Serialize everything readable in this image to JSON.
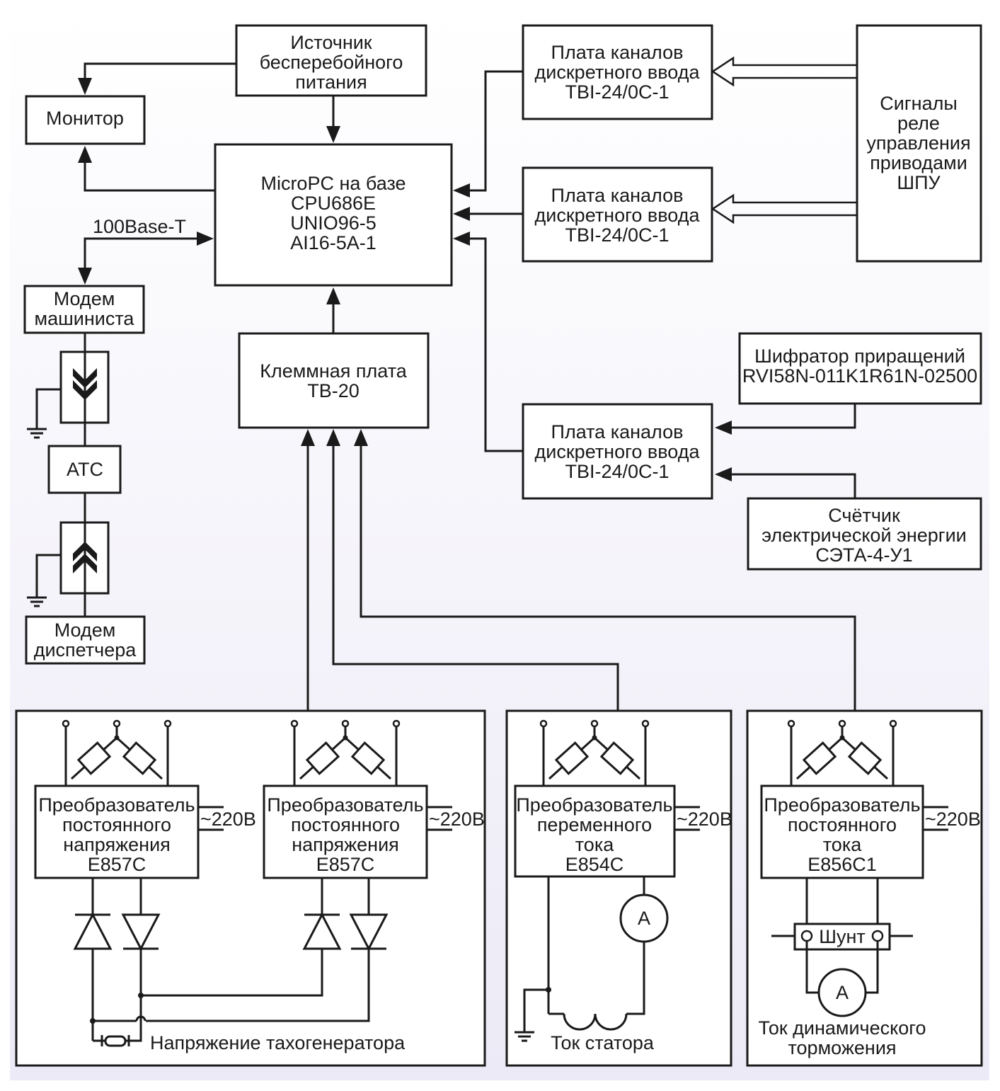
{
  "blocks": {
    "ups": [
      "Источник",
      "бесперебойного",
      "питания"
    ],
    "monitor": [
      "Монитор"
    ],
    "micropc": [
      "MicroPC на базе",
      "CPU686E",
      "UNIO96-5",
      "AI16-5A-1"
    ],
    "tbi1": [
      "Плата каналов",
      "дискретного ввода",
      "TBI-24/0C-1"
    ],
    "tbi2": [
      "Плата каналов",
      "дискретного ввода",
      "TBI-24/0C-1"
    ],
    "tbi3": [
      "Плата каналов",
      "дискретного ввода",
      "TBI-24/0C-1"
    ],
    "relay_signals": [
      "Сигналы",
      "реле",
      "управления",
      "приводами",
      "ШПУ"
    ],
    "modem_driver": [
      "Модем",
      "машиниста"
    ],
    "terminal_board": [
      "Клеммная плата",
      "TB-20"
    ],
    "encoder": [
      "Шифратор приращений",
      "RVI58N-011K1R61N-02500"
    ],
    "ats": [
      "АТС"
    ],
    "energy_meter": [
      "Счётчик",
      "электрической энергии",
      "СЭТА-4-У1"
    ],
    "modem_dispatcher": [
      "Модем",
      "диспетчера"
    ],
    "conv1": [
      "Преобразователь",
      "постоянного",
      "напряжения",
      "E857C"
    ],
    "conv2": [
      "Преобразователь",
      "постоянного",
      "напряжения",
      "E857C"
    ],
    "conv3": [
      "Преобразователь",
      "переменного",
      "тока",
      "E854C"
    ],
    "conv4": [
      "Преобразователь",
      "постоянного",
      "тока",
      "E856C1"
    ]
  },
  "labels": {
    "network": "100Base-T",
    "supply_1": "~220В",
    "supply_2": "~220В",
    "supply_3": "~220В",
    "supply_4": "~220В",
    "tacho": "Напряжение тахогенератора",
    "stator": "Ток статора",
    "brake": [
      "Ток динамического",
      "торможения"
    ],
    "shunt": "Шунт",
    "ammeter_1": "A",
    "ammeter_2": "A"
  },
  "colors": {
    "line": "#1a1a1a",
    "background": "#ffffff"
  }
}
